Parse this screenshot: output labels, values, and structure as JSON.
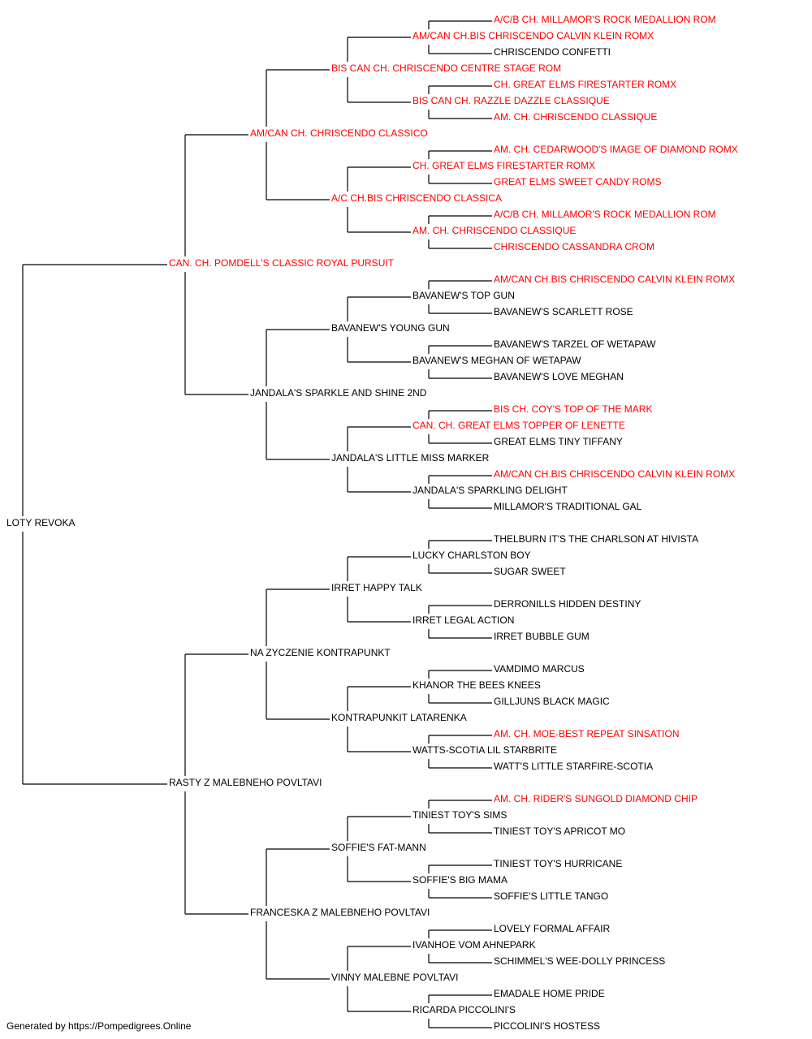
{
  "colors": {
    "champion": "#ff0000",
    "regular": "#000000",
    "line": "#000000"
  },
  "pedigree": {
    "name": "LOTY REVOKA",
    "champion": false,
    "sire": {
      "name": "CAN. CH. POMDELL'S CLASSIC ROYAL PURSUIT",
      "champion": true,
      "sire": {
        "name": "AM/CAN CH. CHRISCENDO CLASSICO",
        "champion": true,
        "sire": {
          "name": "BIS CAN CH. CHRISCENDO CENTRE STAGE ROM",
          "champion": true,
          "sire": {
            "name": "AM/CAN CH.BIS CHRISCENDO CALVIN KLEIN ROMX",
            "champion": true,
            "sire": {
              "name": "A/C/B CH. MILLAMOR'S ROCK MEDALLION ROM",
              "champion": true
            },
            "dam": {
              "name": "CHRISCENDO CONFETTI",
              "champion": false
            }
          },
          "dam": {
            "name": "BIS CAN CH. RAZZLE DAZZLE CLASSIQUE",
            "champion": true,
            "sire": {
              "name": "CH. GREAT ELMS FIRESTARTER ROMX",
              "champion": true
            },
            "dam": {
              "name": "AM. CH. CHRISCENDO CLASSIQUE",
              "champion": true
            }
          }
        },
        "dam": {
          "name": "A/C CH.BIS CHRISCENDO CLASSICA",
          "champion": true,
          "sire": {
            "name": "CH. GREAT ELMS FIRESTARTER ROMX",
            "champion": true,
            "sire": {
              "name": "AM. CH. CEDARWOOD'S IMAGE OF DIAMOND ROMX",
              "champion": true
            },
            "dam": {
              "name": "GREAT ELMS SWEET CANDY ROMS",
              "champion": true
            }
          },
          "dam": {
            "name": "AM. CH. CHRISCENDO CLASSIQUE",
            "champion": true,
            "sire": {
              "name": "A/C/B CH. MILLAMOR'S ROCK MEDALLION ROM",
              "champion": true
            },
            "dam": {
              "name": "CHRISCENDO CASSANDRA CROM",
              "champion": true
            }
          }
        }
      },
      "dam": {
        "name": "JANDALA'S SPARKLE AND SHINE 2ND",
        "champion": false,
        "sire": {
          "name": "BAVANEW'S YOUNG GUN",
          "champion": false,
          "sire": {
            "name": "BAVANEW'S TOP GUN",
            "champion": false,
            "sire": {
              "name": "AM/CAN CH.BIS CHRISCENDO CALVIN KLEIN ROMX",
              "champion": true
            },
            "dam": {
              "name": "BAVANEW'S SCARLETT ROSE",
              "champion": false
            }
          },
          "dam": {
            "name": "BAVANEW'S MEGHAN OF WETAPAW",
            "champion": false,
            "sire": {
              "name": "BAVANEW'S TARZEL OF WETAPAW",
              "champion": false
            },
            "dam": {
              "name": "BAVANEW'S LOVE MEGHAN",
              "champion": false
            }
          }
        },
        "dam": {
          "name": "JANDALA'S LITTLE MISS MARKER",
          "champion": false,
          "sire": {
            "name": "CAN. CH. GREAT ELMS TOPPER OF LENETTE",
            "champion": true,
            "sire": {
              "name": "BIS CH. COY'S TOP OF THE MARK",
              "champion": true
            },
            "dam": {
              "name": "GREAT ELMS TINY TIFFANY",
              "champion": false
            }
          },
          "dam": {
            "name": "JANDALA'S SPARKLING DELIGHT",
            "champion": false,
            "sire": {
              "name": "AM/CAN CH.BIS CHRISCENDO CALVIN KLEIN ROMX",
              "champion": true
            },
            "dam": {
              "name": "MILLAMOR'S TRADITIONAL GAL",
              "champion": false
            }
          }
        }
      }
    },
    "dam": {
      "name": "RASTY Z MALEBNEHO POVLTAVI",
      "champion": false,
      "sire": {
        "name": "NA ZYCZENIE KONTRAPUNKT",
        "champion": false,
        "sire": {
          "name": "IRRET HAPPY TALK",
          "champion": false,
          "sire": {
            "name": "LUCKY CHARLSTON BOY",
            "champion": false,
            "sire": {
              "name": "THELBURN IT'S THE CHARLSON AT HIVISTA",
              "champion": false
            },
            "dam": {
              "name": "SUGAR SWEET",
              "champion": false
            }
          },
          "dam": {
            "name": "IRRET LEGAL ACTION",
            "champion": false,
            "sire": {
              "name": "DERRONILLS HIDDEN DESTINY",
              "champion": false
            },
            "dam": {
              "name": "IRRET BUBBLE GUM",
              "champion": false
            }
          }
        },
        "dam": {
          "name": "KONTRAPUNKIT LATARENKA",
          "champion": false,
          "sire": {
            "name": "KHANOR THE BEES KNEES",
            "champion": false,
            "sire": {
              "name": "VAMDIMO MARCUS",
              "champion": false
            },
            "dam": {
              "name": "GILLJUNS BLACK MAGIC",
              "champion": false
            }
          },
          "dam": {
            "name": "WATTS-SCOTIA LIL STARBRITE",
            "champion": false,
            "sire": {
              "name": "AM. CH. MOE-BEST REPEAT SINSATION",
              "champion": true
            },
            "dam": {
              "name": "WATT'S LITTLE STARFIRE-SCOTIA",
              "champion": false
            }
          }
        }
      },
      "dam": {
        "name": "FRANCESKA Z MALEBNEHO POVLTAVI",
        "champion": false,
        "sire": {
          "name": "SOFFIE'S FAT-MANN",
          "champion": false,
          "sire": {
            "name": "TINIEST TOY'S SIMS",
            "champion": false,
            "sire": {
              "name": "AM. CH. RIDER'S SUNGOLD DIAMOND CHIP",
              "champion": true
            },
            "dam": {
              "name": "TINIEST TOY'S APRICOT MO",
              "champion": false
            }
          },
          "dam": {
            "name": "SOFFIE'S BIG MAMA",
            "champion": false,
            "sire": {
              "name": "TINIEST TOY'S HURRICANE",
              "champion": false
            },
            "dam": {
              "name": "SOFFIE'S LITTLE TANGO",
              "champion": false
            }
          }
        },
        "dam": {
          "name": "VINNY MALEBNE POVLTAVI",
          "champion": false,
          "sire": {
            "name": "IVANHOE VOM AHNEPARK",
            "champion": false,
            "sire": {
              "name": "LOVELY FORMAL AFFAIR",
              "champion": false
            },
            "dam": {
              "name": "SCHIMMEL'S WEE-DOLLY PRINCESS",
              "champion": false
            }
          },
          "dam": {
            "name": "RICARDA PICCOLINI'S",
            "champion": false,
            "sire": {
              "name": "EMADALE HOME PRIDE",
              "champion": false
            },
            "dam": {
              "name": "PICCOLINI'S HOSTESS",
              "champion": false
            }
          }
        }
      }
    }
  },
  "footer": {
    "text": "Generated by https://Pompedigrees.Online"
  }
}
